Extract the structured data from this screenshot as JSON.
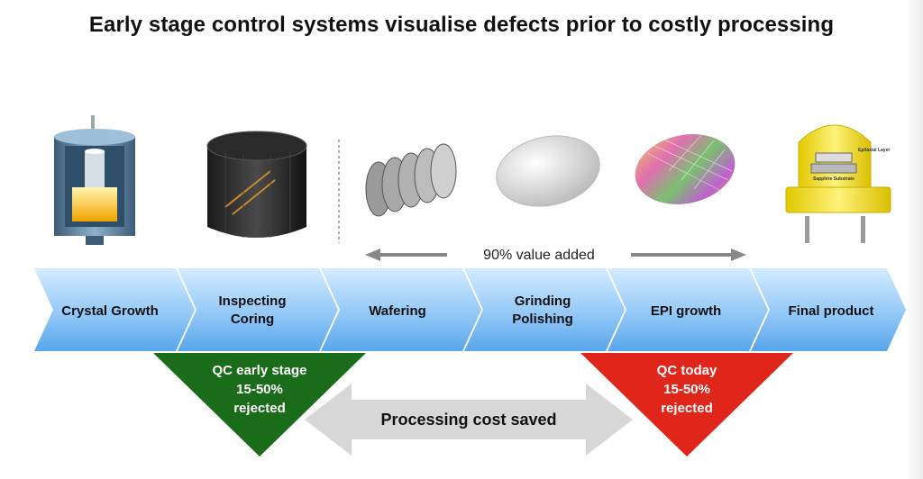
{
  "title": "Early stage control systems visualise defects prior to costly processing",
  "stages": [
    {
      "line1": "Crystal Growth",
      "line2": ""
    },
    {
      "line1": "Inspecting",
      "line2": "Coring"
    },
    {
      "line1": "Wafering",
      "line2": ""
    },
    {
      "line1": "Grinding",
      "line2": "Polishing"
    },
    {
      "line1": "EPI growth",
      "line2": ""
    },
    {
      "line1": "Final product",
      "line2": ""
    }
  ],
  "value_added": "90% value added",
  "qc_early": {
    "line1": "QC early stage",
    "line2": "15-50%",
    "line3": "rejected",
    "color": "#1a6b1a"
  },
  "qc_today": {
    "line1": "QC today",
    "line2": "15-50%",
    "line3": "rejected",
    "color": "#e0261b"
  },
  "cost_saved": "Processing cost saved",
  "led_labels": {
    "layer": "Epitaxial Layer",
    "substrate": "Sapphire Substrate"
  },
  "icons": [
    "crystal-growth-furnace-icon",
    "crystal-boule-icon",
    "wafer-stack-icon",
    "polished-wafer-icon",
    "epi-wafer-icon",
    "led-icon"
  ],
  "colors": {
    "chevron_light": "#d4ecff",
    "chevron_dark": "#5aa9ef",
    "arrow_gray": "#888888",
    "cost_arrow": "#d7d7d7"
  }
}
